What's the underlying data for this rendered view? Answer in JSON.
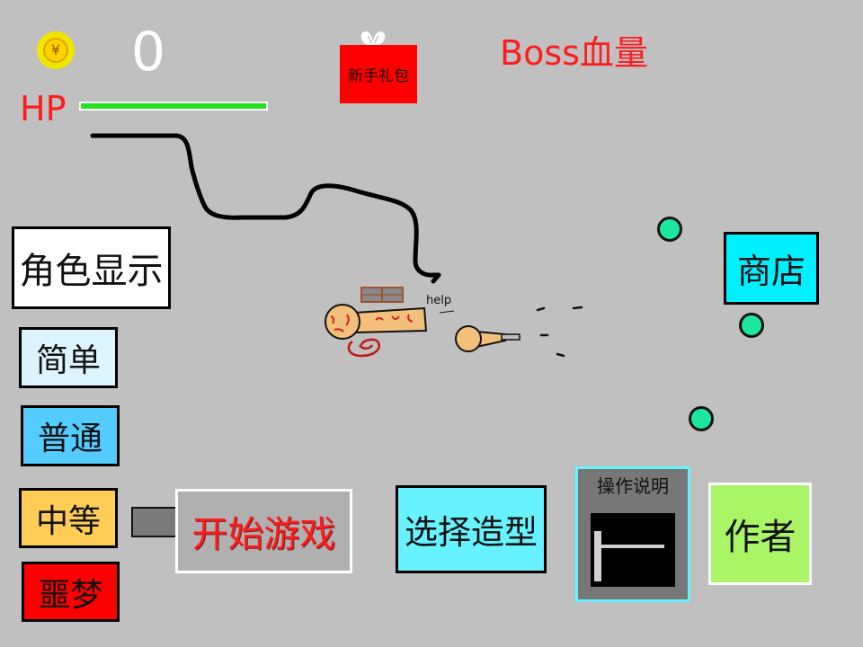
{
  "hud": {
    "coin_symbol": "¥",
    "score": "0",
    "hp_label": "HP",
    "hp_fraction": 1.0,
    "boss_label": "Boss血量"
  },
  "gift": {
    "label": "新手礼包"
  },
  "menu": {
    "role_display": "角色显示",
    "difficulty": [
      {
        "label": "简单",
        "color": "#ddf4ff"
      },
      {
        "label": "普通",
        "color": "#55ccff"
      },
      {
        "label": "中等",
        "color": "#ffcc55"
      },
      {
        "label": "噩梦",
        "color": "#ff0000"
      }
    ],
    "start_game": "开始游戏",
    "select_skin": "选择造型",
    "guide_title": "操作说明",
    "author": "作者",
    "shop": "商店"
  },
  "scene": {
    "help_text": "help",
    "enemy_count": 3
  },
  "colors": {
    "background": "#c0c0c0",
    "hp_bar": "#22e222",
    "accent_red": "#ff1c1c",
    "gem": "#1de6a0",
    "skin_tone": "#f2c07a"
  }
}
